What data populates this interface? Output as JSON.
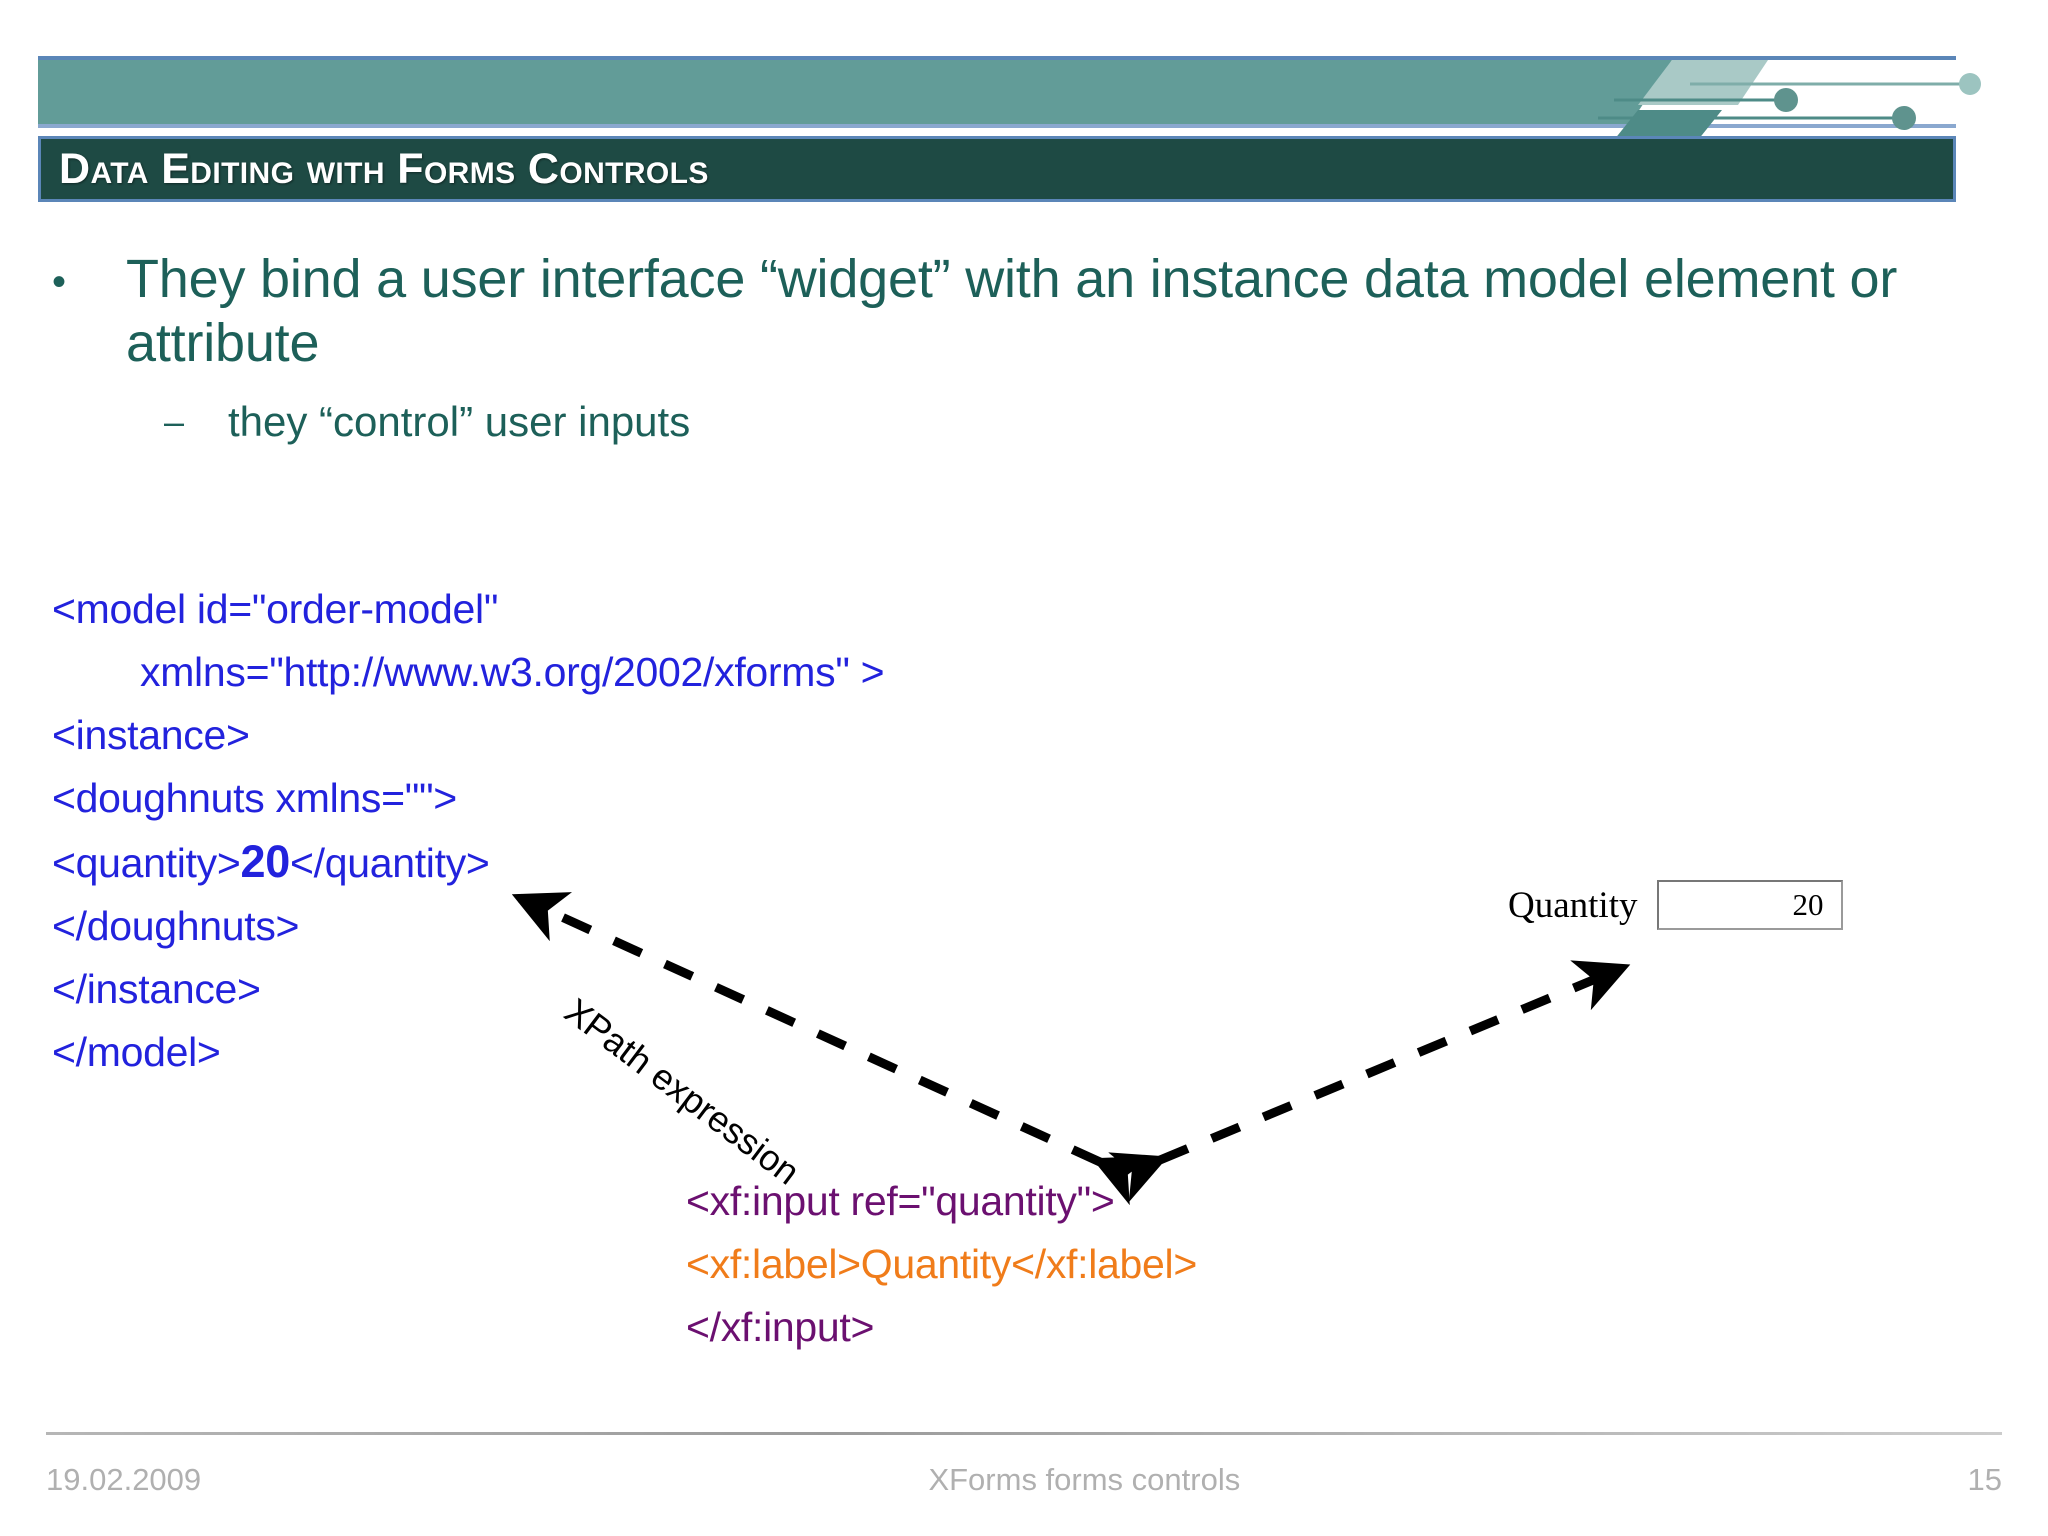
{
  "slide": {
    "title": "Data Editing with Forms Controls",
    "bullets": [
      {
        "marker": "•",
        "text": "They bind a user interface “widget” with an instance data model element or attribute",
        "level": 1
      },
      {
        "marker": "–",
        "text": "they “control” user inputs",
        "level": 2
      }
    ],
    "model_code": {
      "lines": [
        "<model id=\"order-model\"",
        "xmlns=\"http://www.w3.org/2002/xforms\" >",
        "<instance>",
        "<doughnuts xmlns=\"\">",
        "<quantity>",
        "</quantity>",
        "</doughnuts>",
        "</instance>",
        "</model>"
      ],
      "quantity_value": "20"
    },
    "xforms_code": {
      "line1": "<xf:input ref=\"quantity\">",
      "line2": "<xf:label>Quantity</xf:label>",
      "line3": "</xf:input>"
    },
    "widget": {
      "label": "Quantity",
      "value": "20"
    },
    "annotation": "XPath expression"
  },
  "footer": {
    "date": "19.02.2009",
    "title": "XForms forms controls",
    "page": "15"
  },
  "colors": {
    "title_bar_bg": "#1e4a44",
    "title_bar_border": "#5b86b8",
    "banner_teal": "#629c98",
    "banner_light": "#a9c9c6",
    "banner_dark": "#4e8b87",
    "bullet_text": "#1d6059",
    "model_code": "#2222dd",
    "xforms_purple": "#6b1070",
    "xforms_orange": "#f07c1a",
    "footer_text": "#b0b0b0"
  }
}
